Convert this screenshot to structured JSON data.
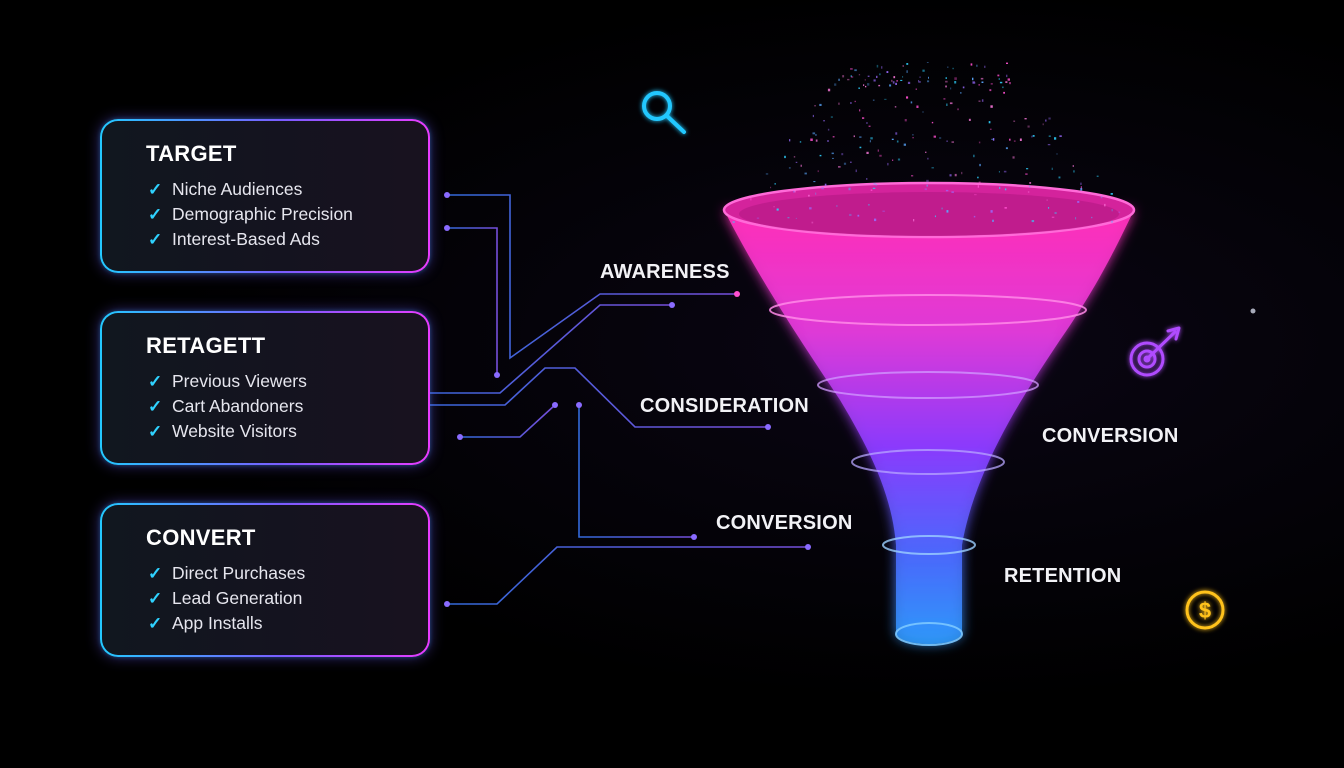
{
  "cards": [
    {
      "title": "TARGET",
      "items": [
        "Niche Audiences",
        "Demographic Precision",
        "Interest-Based Ads"
      ]
    },
    {
      "title": "RETAGETT",
      "items": [
        "Previous Viewers",
        "Cart Abandoners",
        "Website Visitors"
      ]
    },
    {
      "title": "CONVERT",
      "items": [
        "Direct Purchases",
        "Lead Generation",
        "App Installs"
      ]
    }
  ],
  "check_glyph": "✓",
  "funnel_labels": {
    "awareness": "AWARENESS",
    "consideration": "CONSIDERATION",
    "conversion_left": "CONVERSION",
    "conversion_right": "CONVERSION",
    "retention": "RETENTION"
  },
  "icons": {
    "search": "search-icon",
    "target": "target-arrow-icon",
    "dollar": "dollar-coin-icon"
  },
  "colors": {
    "funnel_top": "#ff2fb8",
    "funnel_mid": "#8a3cff",
    "funnel_bottom": "#2f8cff",
    "accent_cyan": "#23c9ff",
    "accent_purple": "#7a5cff",
    "accent_magenta": "#e83cff",
    "coin_gold": "#ffc21a"
  }
}
